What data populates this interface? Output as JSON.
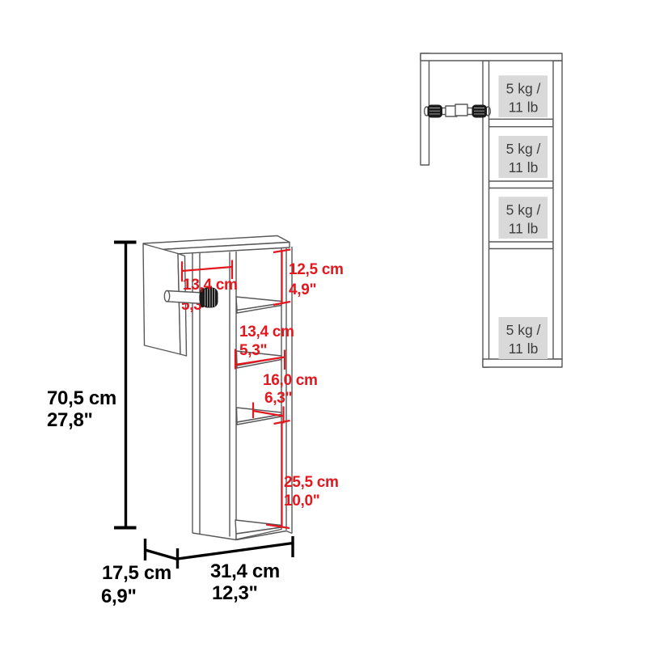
{
  "colors": {
    "line": "#58585a",
    "red": "#e3171d",
    "dim_black": "#000000",
    "label_bg": "#d9d9d9",
    "label_text": "#3e3e3e"
  },
  "isometric_view": {
    "height": {
      "cm": "70,5 cm",
      "inch": "27,8\""
    },
    "depth": {
      "cm": "17,5 cm",
      "inch": "6,9\""
    },
    "width": {
      "cm": "31,4 cm",
      "inch": "12,3\""
    },
    "top_opening_width": {
      "cm": "13,4 cm",
      "inch": "5,3\""
    },
    "top_opening_height": {
      "cm": "12,5 cm",
      "inch": "4,9\""
    },
    "middle_opening_width": {
      "cm": "13,4 cm",
      "inch": "5,3\""
    },
    "middle_opening_depth": {
      "cm": "16,0 cm",
      "inch": "6,3\""
    },
    "bottom_opening_height": {
      "cm": "25,5 cm",
      "inch": "10,0\""
    }
  },
  "front_view": {
    "capacities": [
      {
        "kg": "5 kg /",
        "lb": "11 lb"
      },
      {
        "kg": "5 kg /",
        "lb": "11 lb"
      },
      {
        "kg": "5 kg /",
        "lb": "11 lb"
      },
      {
        "kg": "5 kg /",
        "lb": "11 lb"
      }
    ]
  }
}
